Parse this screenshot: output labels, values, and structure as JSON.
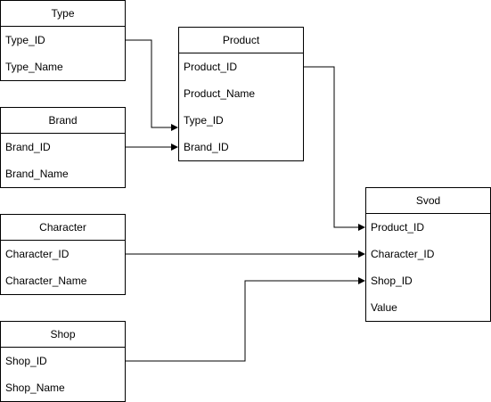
{
  "entities": {
    "type": {
      "title": "Type",
      "fields": [
        "Type_ID",
        "Type_Name"
      ]
    },
    "product": {
      "title": "Product",
      "fields": [
        "Product_ID",
        "Product_Name",
        "Type_ID",
        "Brand_ID"
      ]
    },
    "brand": {
      "title": "Brand",
      "fields": [
        "Brand_ID",
        "Brand_Name"
      ]
    },
    "character": {
      "title": "Character",
      "fields": [
        "Character_ID",
        "Character_Name"
      ]
    },
    "shop": {
      "title": "Shop",
      "fields": [
        "Shop_ID",
        "Shop_Name"
      ]
    },
    "svod": {
      "title": "Svod",
      "fields": [
        "Product_ID",
        "Character_ID",
        "Shop_ID",
        "Value"
      ]
    }
  },
  "relations": [
    {
      "from": "type.Type_ID",
      "to": "product.Type_ID"
    },
    {
      "from": "brand.Brand_ID",
      "to": "product.Brand_ID"
    },
    {
      "from": "product.Product_ID",
      "to": "svod.Product_ID"
    },
    {
      "from": "character.Character_ID",
      "to": "svod.Character_ID"
    },
    {
      "from": "shop.Shop_ID",
      "to": "svod.Shop_ID"
    }
  ],
  "colors": {
    "line": "#000000",
    "border": "#000000",
    "background": "#ffffff"
  }
}
